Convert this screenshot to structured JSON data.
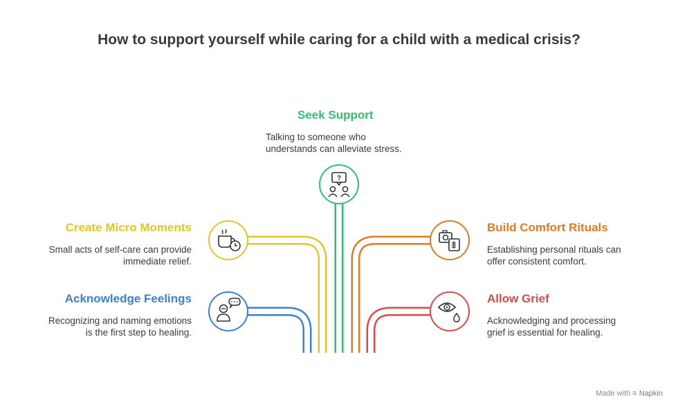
{
  "title": "How to support yourself while caring for a child with a medical crisis?",
  "items": [
    {
      "label": "Seek Support",
      "description_lines": [
        "Talking to someone who",
        "understands can alleviate stress."
      ],
      "color": "#2fbf71",
      "icon": "question-chat-people-icon"
    },
    {
      "label": "Create Micro Moments",
      "description_lines": [
        "Small acts of self-care can provide",
        "immediate relief."
      ],
      "color": "#e3c52a",
      "icon": "coffee-clock-icon"
    },
    {
      "label": "Acknowledge Feelings",
      "description_lines": [
        "Recognizing and naming emotions",
        "is the first step to healing."
      ],
      "color": "#3b7fd9",
      "icon": "person-chat-icon"
    },
    {
      "label": "Build Comfort Rituals",
      "description_lines": [
        "Establishing personal rituals can",
        "offer consistent comfort."
      ],
      "color": "#e07a22",
      "icon": "camera-journal-icon"
    },
    {
      "label": "Allow Grief",
      "description_lines": [
        "Acknowledging and processing",
        "grief is essential for healing."
      ],
      "color": "#dc4848",
      "icon": "eye-tear-icon"
    }
  ],
  "footer": {
    "prefix": "Made with",
    "brand": "Napkin"
  }
}
